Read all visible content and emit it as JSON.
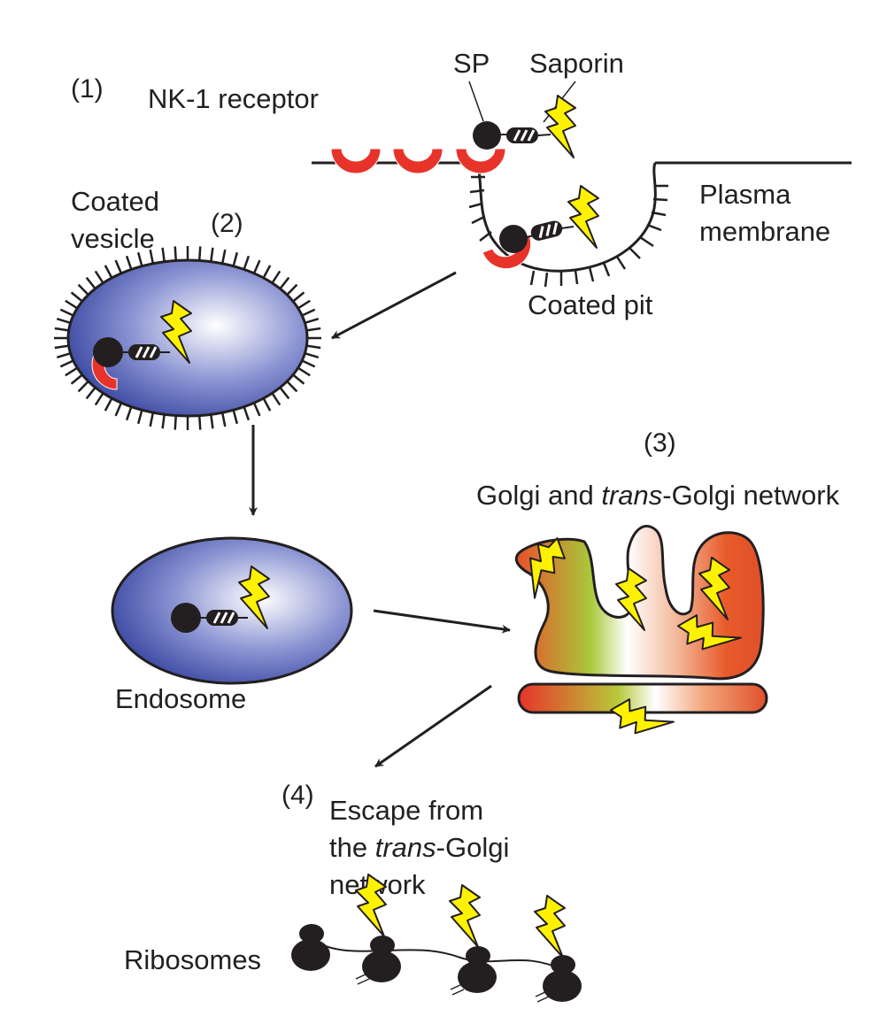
{
  "steps": {
    "s1": "(1)",
    "s2": "(2)",
    "s3": "(3)",
    "s4": "(4)"
  },
  "labels": {
    "nk1_receptor": "NK-1 receptor",
    "sp": "SP",
    "saporin": "Saporin",
    "plasma_membrane_line1": "Plasma",
    "plasma_membrane_line2": "membrane",
    "coated_vesicle_line1": "Coated",
    "coated_vesicle_line2": "vesicle",
    "coated_pit": "Coated pit",
    "golgi_prefix": "Golgi and ",
    "golgi_italic": "trans",
    "golgi_suffix": "-Golgi network",
    "endosome": "Endosome",
    "escape_line1": "Escape from",
    "escape_line2_prefix": "the ",
    "escape_line2_italic": "trans",
    "escape_line2_suffix": "-Golgi",
    "escape_line3": "network",
    "ribosomes": "Ribosomes"
  },
  "colors": {
    "receptor_red": "#e8332a",
    "saporin_yellow": "#fff200",
    "vesicle_blue": "#2b3a98",
    "ink": "#231f20"
  }
}
